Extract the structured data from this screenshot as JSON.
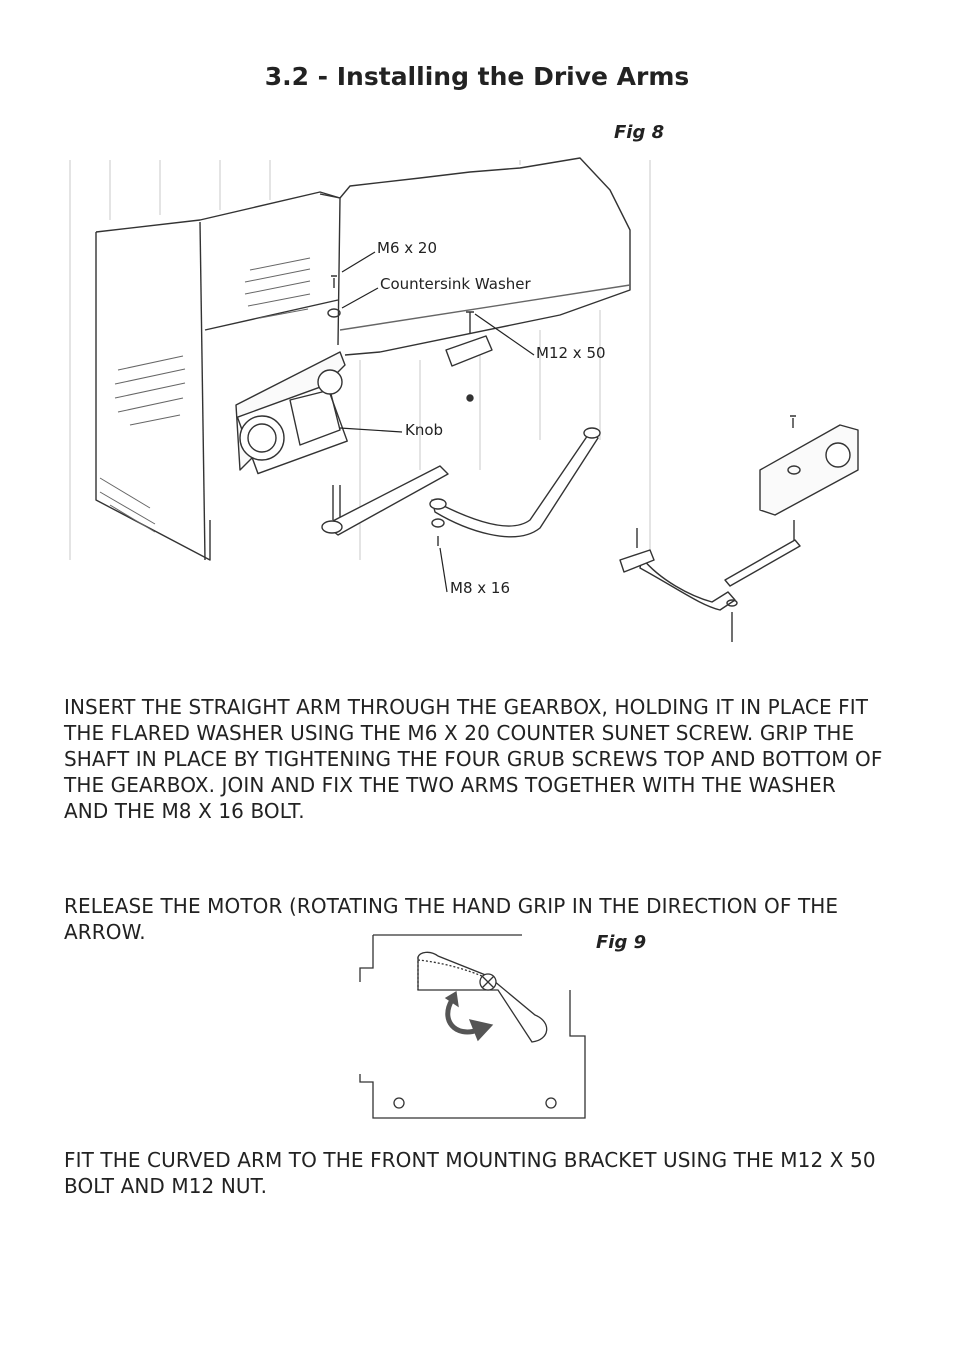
{
  "heading": "3.2 - Installing the Drive Arms",
  "fig8": {
    "label": "Fig 8",
    "callouts": {
      "m6": "M6 x 20",
      "washer": "Countersink Washer",
      "m12": "M12 x 50",
      "knob": "Knob",
      "m8": "M8 x 16"
    }
  },
  "paragraph1": "INSERT THE STRAIGHT ARM THROUGH THE GEARBOX, HOLDING IT IN PLACE FIT THE FLARED WASHER USING THE M6 X 20 COUNTER SUNET SCREW.  GRIP THE SHAFT IN PLACE BY TIGHTENING THE FOUR GRUB SCREWS TOP AND BOTTOM OF THE GEARBOX.  JOIN AND FIX THE TWO ARMS TOGETHER WITH THE WASHER AND THE M8 X 16 BOLT.",
  "paragraph2": "RELEASE THE MOTOR (ROTATING THE HAND GRIP IN THE DIRECTION OF THE ARROW.",
  "fig9": {
    "label": "Fig 9"
  },
  "paragraph3": "FIT THE CURVED ARM TO THE FRONT MOUNTING BRACKET USING THE M12 X 50 BOLT AND M12 NUT."
}
